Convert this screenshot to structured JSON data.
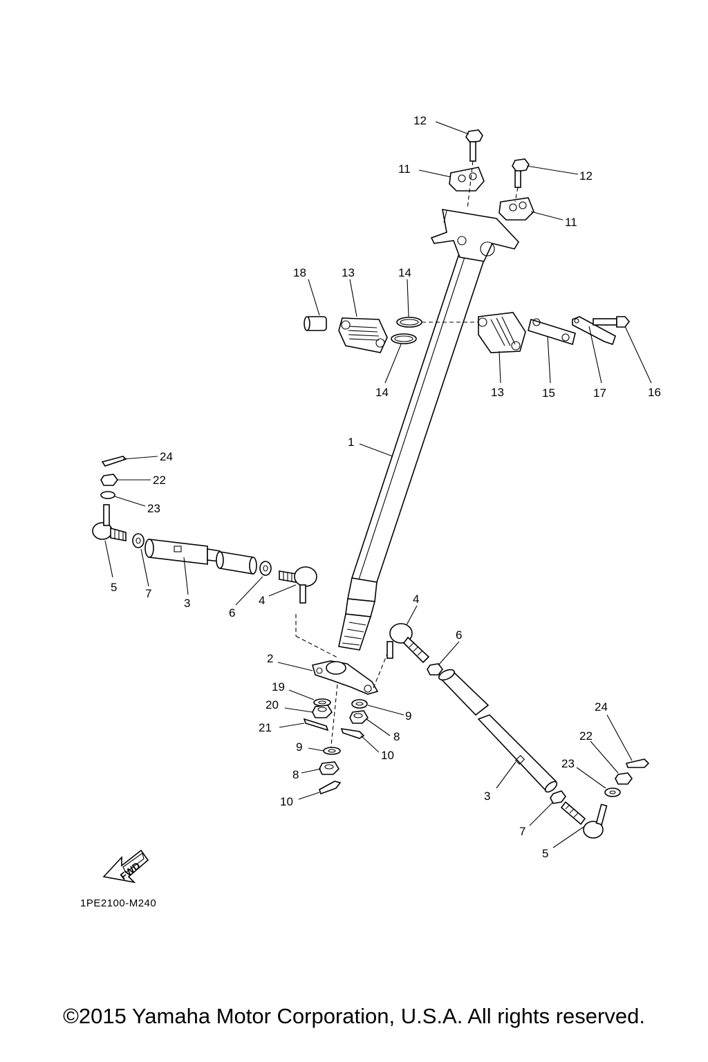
{
  "diagram_code": "1PE2100-M240",
  "copyright": "©2015 Yamaha Motor Corporation, U.S.A. All rights reserved.",
  "fwd_label": "FWD",
  "callouts": {
    "c1": "1",
    "c2": "2",
    "c3_left": "3",
    "c3_right": "3",
    "c4_left": "4",
    "c4_right": "4",
    "c5_left": "5",
    "c5_right": "5",
    "c6_left": "6",
    "c6_right": "6",
    "c7_left": "7",
    "c7_right": "7",
    "c8_upper": "8",
    "c8_lower": "8",
    "c9_upper": "9",
    "c9_lower": "9",
    "c10_upper": "10",
    "c10_lower": "10",
    "c11_left": "11",
    "c11_right": "11",
    "c12_top": "12",
    "c12_right": "12",
    "c13_left": "13",
    "c13_right": "13",
    "c14_top": "14",
    "c14_bottom": "14",
    "c15": "15",
    "c16": "16",
    "c17": "17",
    "c18": "18",
    "c19": "19",
    "c20": "20",
    "c21": "21",
    "c22_left": "22",
    "c22_right": "22",
    "c23_left": "23",
    "c23_right": "23",
    "c24_left": "24",
    "c24_right": "24"
  }
}
